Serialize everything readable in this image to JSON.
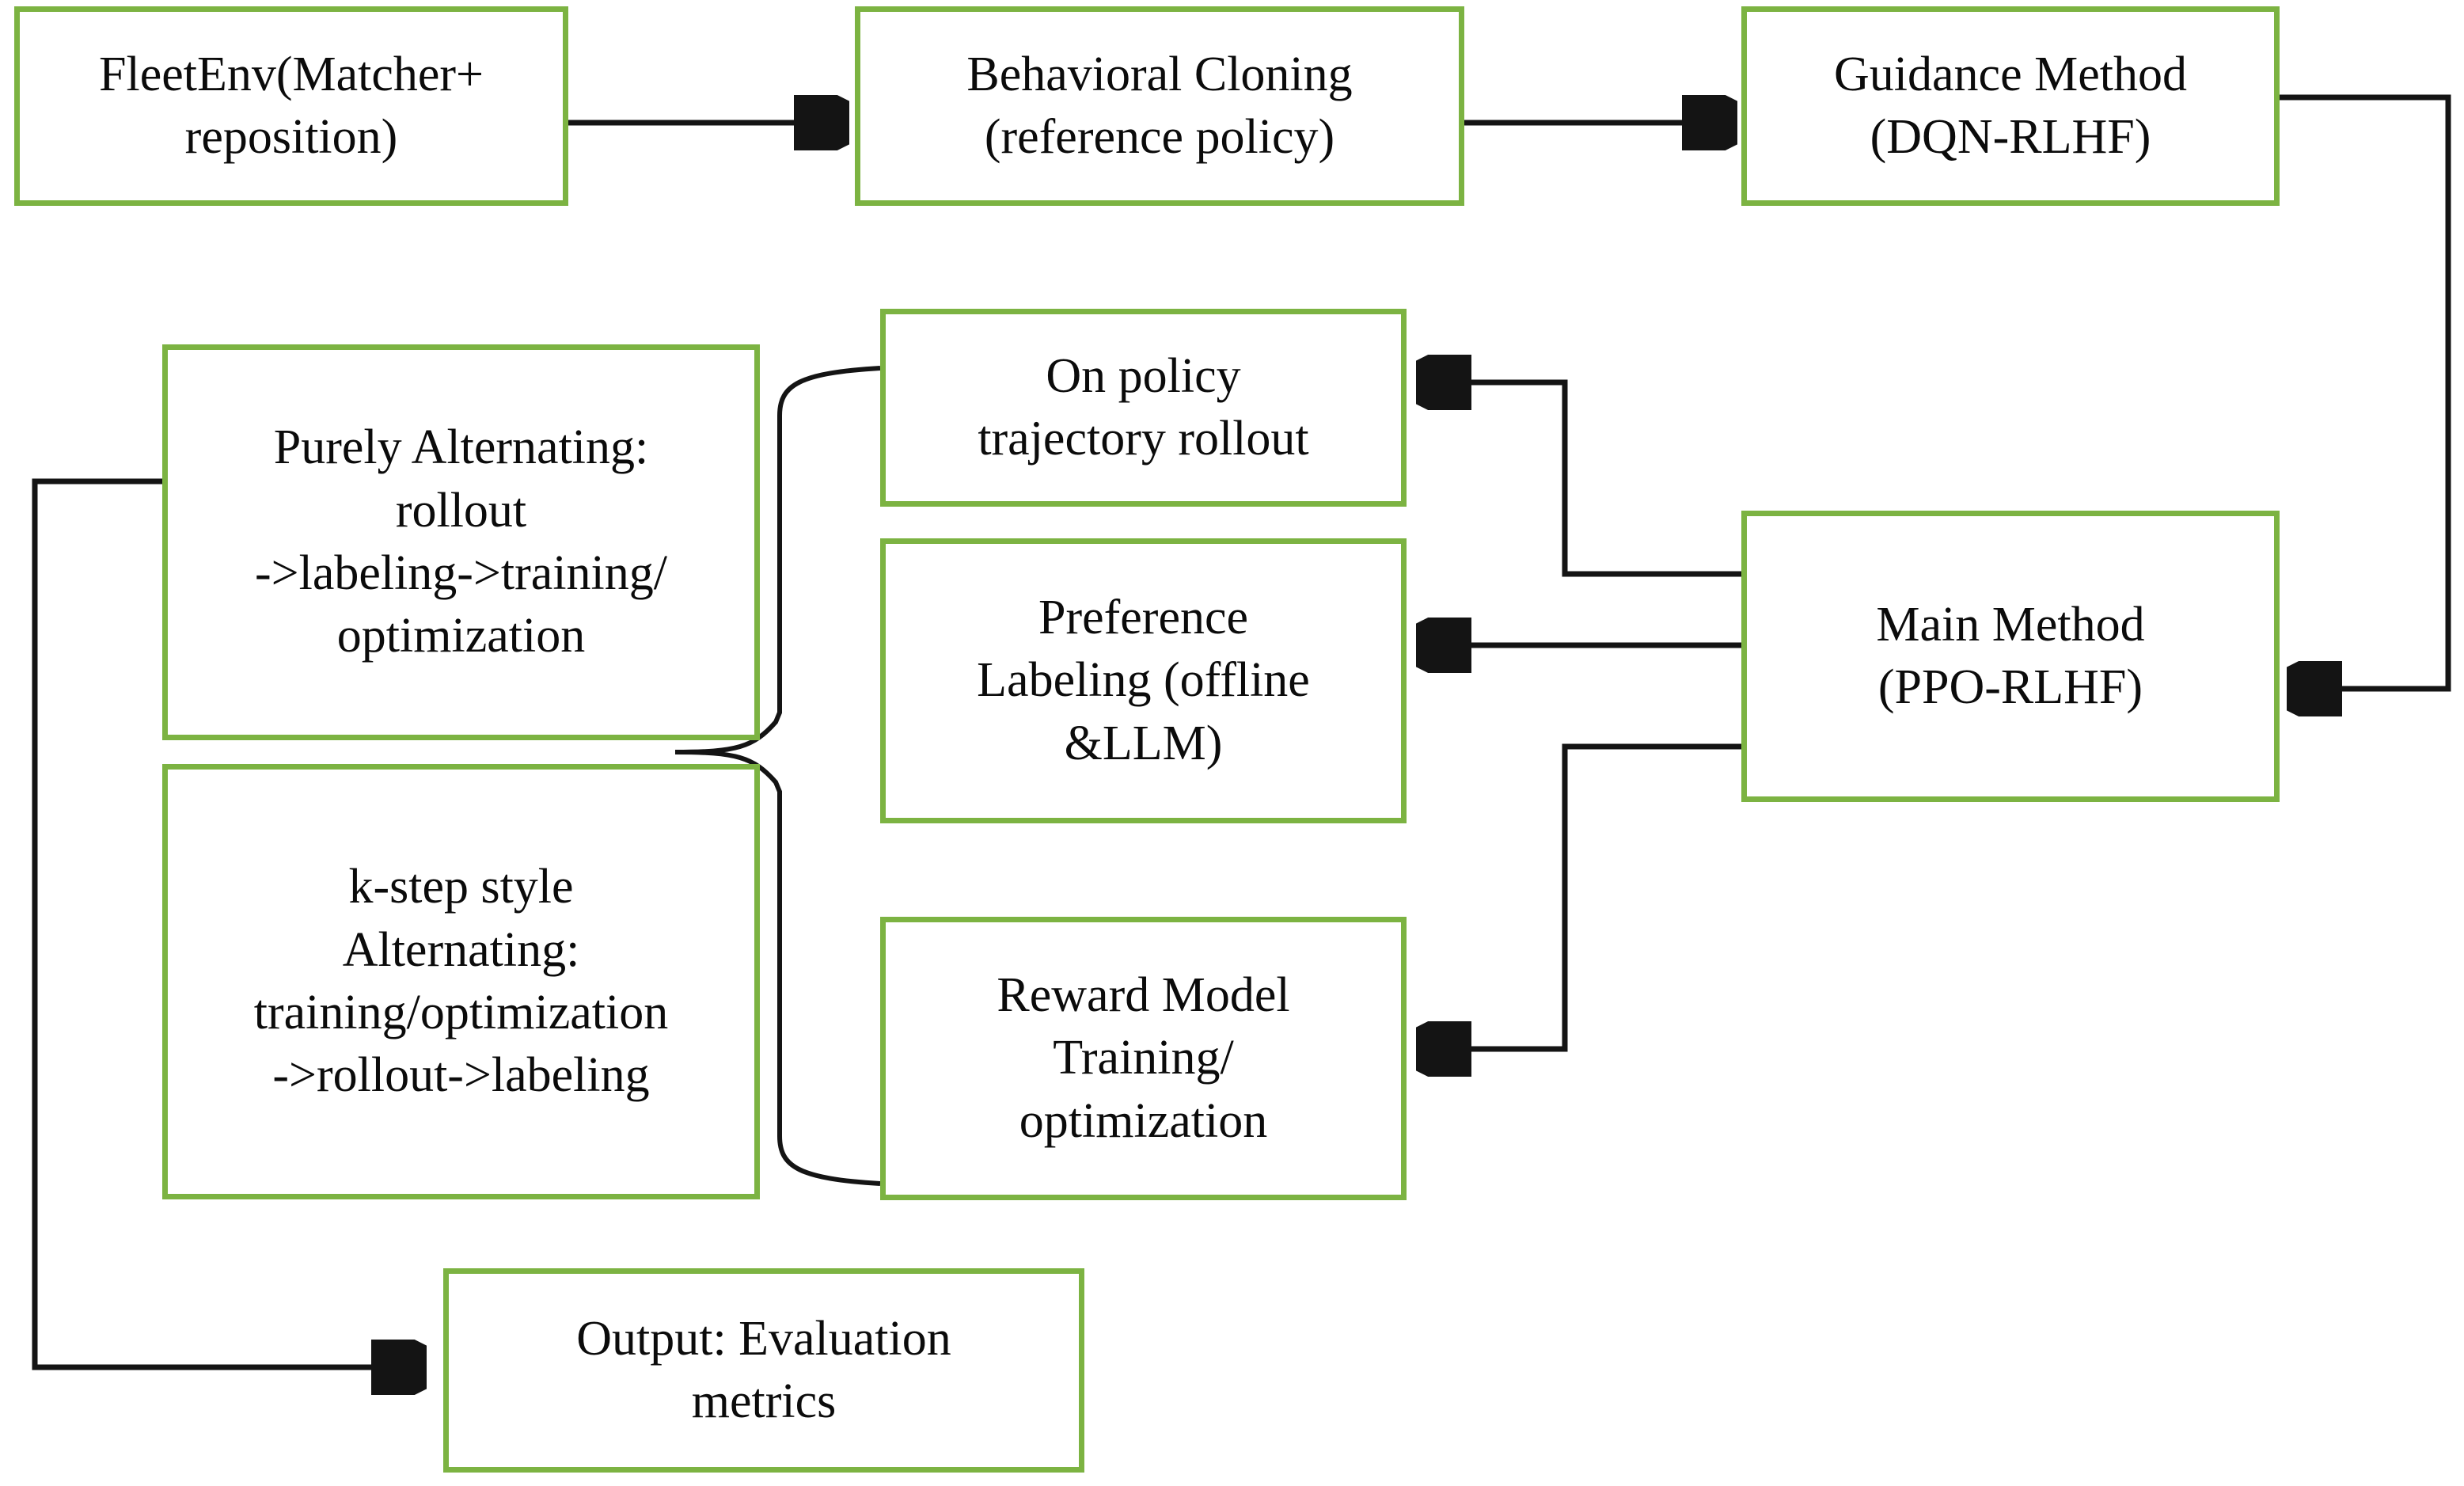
{
  "diagram": {
    "title": "RLHF fleet-management pipeline flowchart",
    "accent_color": "#7cb342",
    "line_color": "#141414",
    "background": "#ffffff",
    "nodes": [
      {
        "id": "fleetenv",
        "label": "FleetEnv(Matcher+\nreposition)"
      },
      {
        "id": "bc",
        "label": "Behavioral Cloning\n(reference policy)"
      },
      {
        "id": "guidance",
        "label": "Guidance Method\n(DQN-RLHF)"
      },
      {
        "id": "purely",
        "label": "Purely Alternating:\nrollout\n->labeling->training/\noptimization"
      },
      {
        "id": "kstep",
        "label": "k-step style\nAlternating:\ntraining/optimization\n->rollout->labeling"
      },
      {
        "id": "onpolicy",
        "label": "On policy\ntrajectory rollout"
      },
      {
        "id": "preference",
        "label": "Preference\nLabeling (offline\n&LLM)"
      },
      {
        "id": "reward",
        "label": "Reward Model\nTraining/\noptimization"
      },
      {
        "id": "mainmethod",
        "label": "Main Method\n(PPO-RLHF)"
      },
      {
        "id": "output",
        "label": "Output: Evaluation\nmetrics"
      }
    ],
    "edges": [
      {
        "id": "fleetenv-to-bc",
        "from": "fleetenv",
        "to": "bc",
        "arrow": true
      },
      {
        "id": "bc-to-guidance",
        "from": "bc",
        "to": "guidance",
        "arrow": true
      },
      {
        "id": "guidance-to-mainmethod",
        "from": "guidance",
        "to": "mainmethod",
        "arrow": true
      },
      {
        "id": "mainmethod-to-onpolicy",
        "from": "mainmethod",
        "to": "onpolicy",
        "arrow": true
      },
      {
        "id": "mainmethod-to-preference",
        "from": "mainmethod",
        "to": "preference",
        "arrow": true
      },
      {
        "id": "mainmethod-to-reward",
        "from": "mainmethod",
        "to": "reward",
        "arrow": true
      },
      {
        "id": "strategies-brace",
        "from": "purely/kstep",
        "to": "onpolicy/preference/reward",
        "arrow": false
      },
      {
        "id": "purely-to-output",
        "from": "purely",
        "to": "output",
        "arrow": true
      }
    ]
  }
}
